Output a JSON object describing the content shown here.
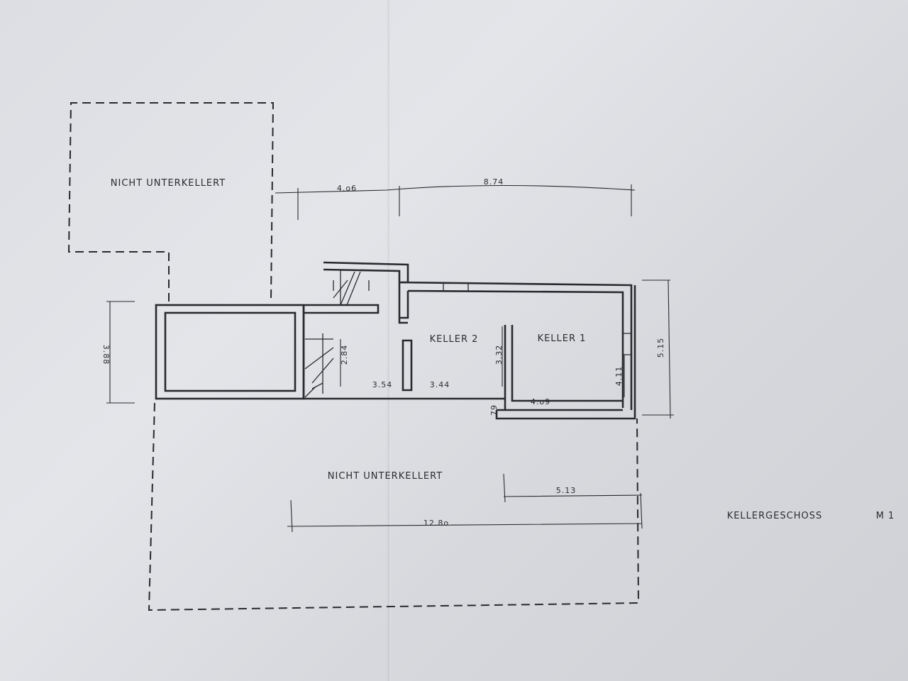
{
  "labels": {
    "top_area": "NICHT UNTERKELLERT",
    "bottom_area": "NICHT UNTERKELLERT",
    "keller1": "KELLER 1",
    "keller2": "KELLER 2",
    "title": "KELLERGESCHOSS",
    "scale": "M 1"
  },
  "dimensions": {
    "top_left": "4.o6",
    "top_right": "8.74",
    "left_height": "3.88",
    "right_height": "5.15",
    "stair_height": "2.84",
    "room_a_width": "3.54",
    "keller2_width": "3.44",
    "keller2_height": "3.32",
    "keller1_width": "4.o9",
    "keller1_height": "4.11",
    "step": "79",
    "bottom_short": "5.13",
    "bottom_long": "12.8o"
  },
  "colors": {
    "paper": "#dfe1e5",
    "ink": "#2a2a2e"
  }
}
